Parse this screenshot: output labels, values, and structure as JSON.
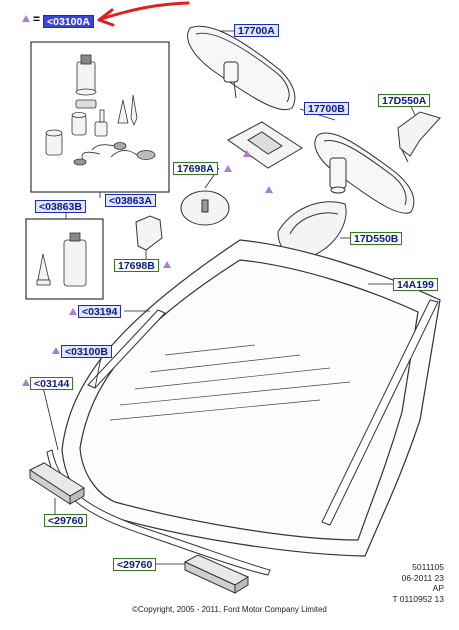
{
  "callouts": {
    "c03100a": "<03100A",
    "c17700a": "17700A",
    "c17700b": "17700B",
    "c17d550a": "17D550A",
    "c03863a": "<03863A",
    "c03863b": "<03863B",
    "c17698a": "17698A",
    "c17698b": "17698B",
    "c17d550b": "17D550B",
    "c14a199": "14A199",
    "c03194": "<03194",
    "c03100b": "<03100B",
    "c03144": "<03144",
    "c29760a": "<29760",
    "c29760b": "<29760"
  },
  "legend": {
    "equals": "="
  },
  "meta": {
    "line1": "5011105",
    "line2": "06-2011 23",
    "line3": "AP",
    "line4": "T 0110952 13"
  },
  "copyright": "©Copyright, 2005 - 2011, Ford Motor Company Limited",
  "colors": {
    "callout_border_blue": "#1d2db0",
    "callout_border_green": "#2e7d1e",
    "highlight_fill": "#3b46d8",
    "marker_triangle": "#b07ad8",
    "annotation_arrow": "#e02020"
  }
}
